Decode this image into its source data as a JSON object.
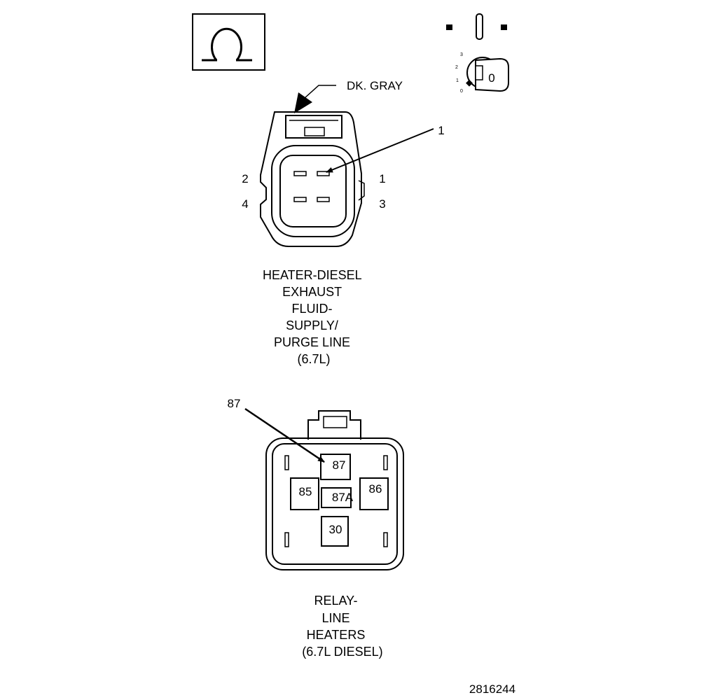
{
  "symbol": {
    "icon": "ohm-symbol-icon"
  },
  "key_switch": {
    "icon": "ignition-key-icon",
    "position_labels": [
      "3",
      "2",
      "1",
      "0"
    ],
    "key_label": "0"
  },
  "top_connector": {
    "wire_color_label": "DK. GRAY",
    "callout_label": "1",
    "pin_labels": {
      "p1": "1",
      "p2": "2",
      "p3": "3",
      "p4": "4"
    },
    "caption_lines": [
      "HEATER-DIESEL",
      "EXHAUST",
      "FLUID-",
      "SUPPLY/",
      "PURGE LINE",
      "(6.7L)"
    ]
  },
  "relay_connector": {
    "callout_label": "87",
    "terminals": {
      "t87": "87",
      "t85": "85",
      "t87a": "87A",
      "t86": "86",
      "t30": "30"
    },
    "caption_lines": [
      "RELAY-",
      "LINE",
      "HEATERS",
      "(6.7L DIESEL)"
    ]
  },
  "figure_number": "2816244"
}
